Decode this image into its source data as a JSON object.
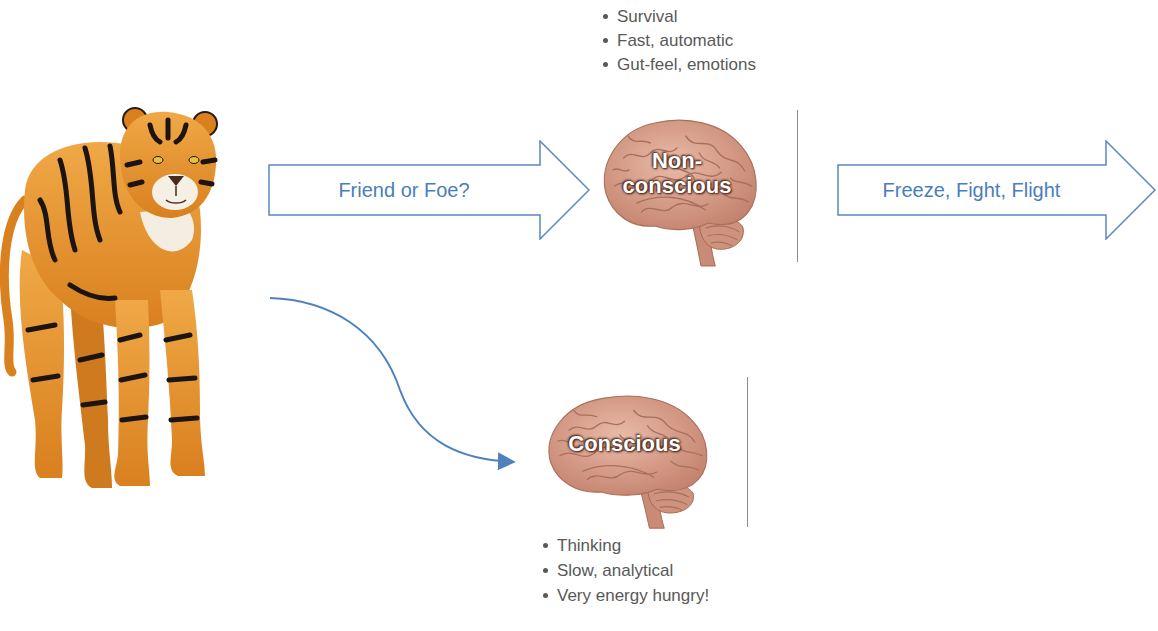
{
  "diagram": {
    "nodes": [
      {
        "text": [
          "Friend or Foe?"
        ]
      },
      {
        "text": [
          "Non-conscious"
        ]
      },
      {
        "text": [
          "Freeze, Fight, Flight"
        ]
      },
      {
        "text": [
          "Conscious"
        ]
      }
    ],
    "labels": [
      "Survival",
      "Fast, automatic",
      "Gut-feel, emotions",
      "Thinking",
      "Slow, analytical",
      "Very energy hungry!"
    ]
  }
}
